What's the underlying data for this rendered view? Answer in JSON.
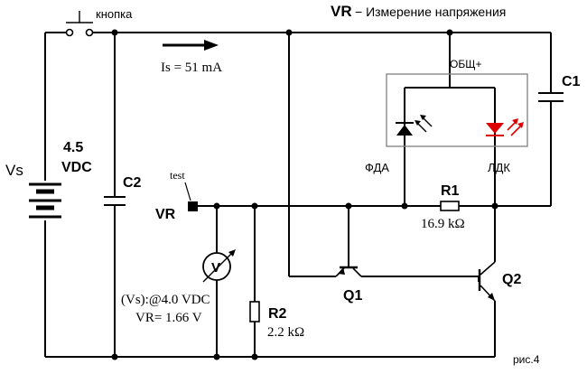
{
  "header": {
    "switch_label": "кнопка",
    "title_bold": "VR",
    "title_rest": "− Измерение напряжения"
  },
  "current": {
    "label": "Is = 51 mA"
  },
  "source": {
    "name": "Vs",
    "voltage_line1": "4.5",
    "voltage_line2": "VDC"
  },
  "components": {
    "c1": "C1",
    "c2": "C2",
    "r1": {
      "name": "R1",
      "value": "16.9 kΩ"
    },
    "r2": {
      "name": "R2",
      "value": "2.2 kΩ"
    },
    "q1": "Q1",
    "q2": "Q2",
    "common": "ОБЩ+",
    "photodiode": "ФДА",
    "laser": "ЛДК"
  },
  "test_point": {
    "label": "test",
    "node": "VR"
  },
  "meter": {
    "symbol": "V",
    "line1": "(Vs):@4.0 VDC",
    "line2": "VR= 1.66 V"
  },
  "figure_label": "рис.4",
  "colors": {
    "wire": "#000000",
    "laser": "#dd0000",
    "module_border": "#888888"
  }
}
